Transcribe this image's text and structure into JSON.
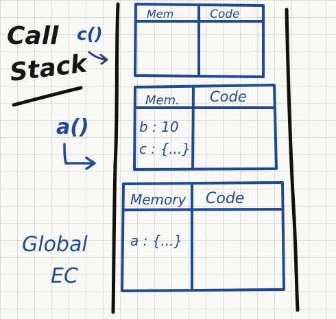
{
  "left_labels": {
    "call_stack_line1": "Call",
    "call_stack_line2": "Stack",
    "fn_c": "c()",
    "fn_a": "a()",
    "global_line1": "Global",
    "global_line2": "EC"
  },
  "contexts": [
    {
      "memory_header": "Mem",
      "code_header": "Code",
      "memory_entries": []
    },
    {
      "memory_header": "Mem.",
      "code_header": "Code",
      "memory_entries": [
        "b : 10",
        "c : {...}"
      ]
    },
    {
      "memory_header": "Memory",
      "code_header": "Code",
      "memory_entries": [
        "a : {...}"
      ]
    }
  ],
  "colors": {
    "blue_ink": "#1e4a94",
    "black_ink": "#151515",
    "grid": "#bebec3",
    "paper": "#f8f8f6"
  }
}
